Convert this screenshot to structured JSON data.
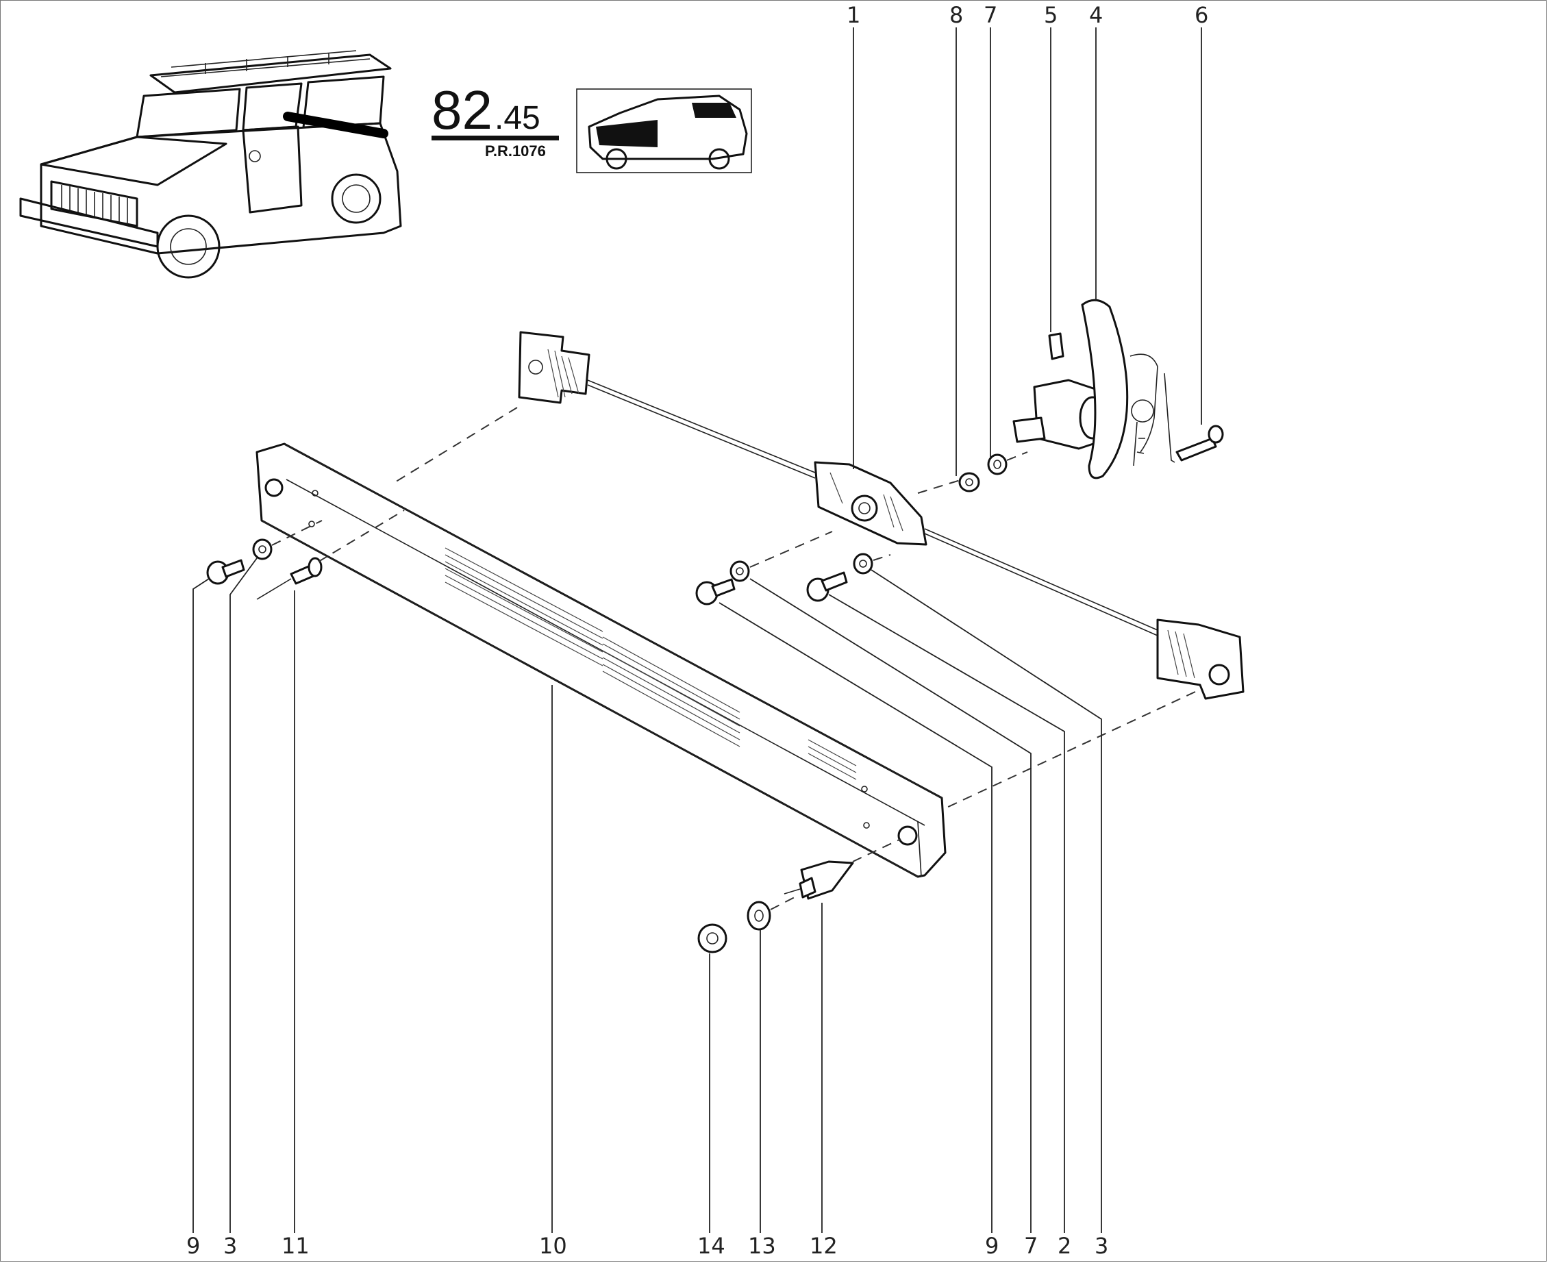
{
  "header": {
    "section_major": "82",
    "section_minor": ".45",
    "reference": "P.R.1076"
  },
  "callouts": {
    "top": [
      "1",
      "8",
      "7",
      "5",
      "4",
      "6"
    ],
    "bottom": [
      "9",
      "3",
      "11",
      "10",
      "14",
      "13",
      "12",
      "9",
      "7",
      "2",
      "3"
    ]
  }
}
